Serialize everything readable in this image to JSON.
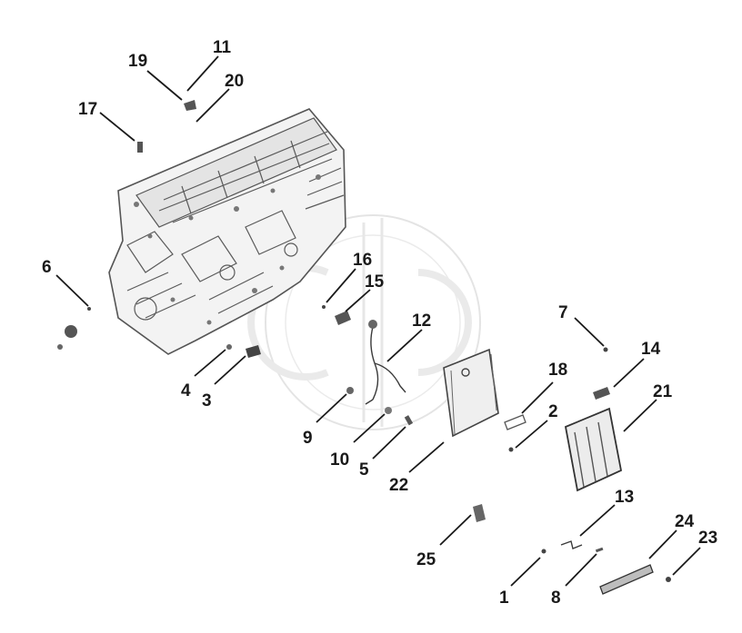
{
  "diagram": {
    "callouts": [
      {
        "label": "1"
      },
      {
        "label": "2"
      },
      {
        "label": "3"
      },
      {
        "label": "4"
      },
      {
        "label": "5"
      },
      {
        "label": "6"
      },
      {
        "label": "7"
      },
      {
        "label": "8"
      },
      {
        "label": "9"
      },
      {
        "label": "10"
      },
      {
        "label": "11"
      },
      {
        "label": "12"
      },
      {
        "label": "13"
      },
      {
        "label": "14"
      },
      {
        "label": "15"
      },
      {
        "label": "16"
      },
      {
        "label": "17"
      },
      {
        "label": "18"
      },
      {
        "label": "19"
      },
      {
        "label": "20"
      },
      {
        "label": "21"
      },
      {
        "label": "22"
      },
      {
        "label": "23"
      },
      {
        "label": "24"
      },
      {
        "label": "25"
      }
    ],
    "colors": {
      "ink": "#1a1a1a",
      "part_gray": "#8a8a8a",
      "watermark": "#d9d9d9"
    }
  }
}
